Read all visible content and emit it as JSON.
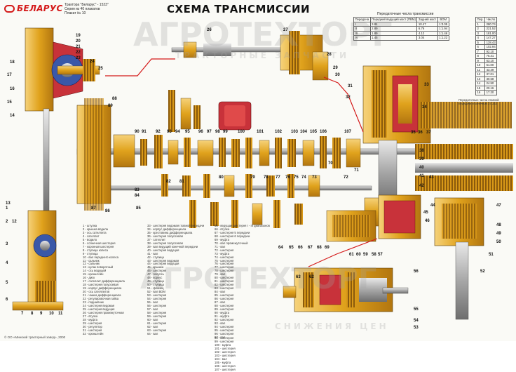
{
  "header": {
    "brand": "БЕЛАРУС",
    "subtitle_lines": [
      "Трактора \"Беларус\" - 1523\"",
      "Серия из 40 плакатов",
      "Плакат № 10"
    ],
    "title": "СХЕМА ТРАНСМИССИИ"
  },
  "watermarks": [
    "АГРОТЕХТОРГ",
    "ТРАКТОРНЫЕ ЗАПЧАСТИ",
    "АГРОТЕХТОРГ",
    "СНИЖЕНИЯ ЦЕН"
  ],
  "part_numbers": [
    "1",
    "2",
    "3",
    "4",
    "5",
    "6",
    "7",
    "8",
    "9",
    "10",
    "11",
    "12",
    "13",
    "14",
    "15",
    "16",
    "17",
    "18",
    "19",
    "20",
    "21",
    "22",
    "23",
    "24",
    "25",
    "26",
    "27",
    "28",
    "29",
    "30",
    "31",
    "32",
    "33",
    "34",
    "35",
    "36",
    "37",
    "38",
    "39",
    "40",
    "41",
    "42",
    "43",
    "44",
    "45",
    "46",
    "47",
    "48",
    "49",
    "50",
    "51",
    "52",
    "53",
    "54",
    "55",
    "56",
    "57",
    "58",
    "59",
    "60",
    "61",
    "62",
    "63",
    "64",
    "65",
    "66",
    "67",
    "68",
    "69",
    "70",
    "71",
    "72",
    "73",
    "74",
    "75",
    "76",
    "77",
    "78",
    "79",
    "80",
    "81",
    "82",
    "83",
    "84",
    "85",
    "86",
    "87",
    "88",
    "89",
    "90",
    "91",
    "92",
    "93",
    "94",
    "95",
    "96",
    "97",
    "98",
    "99",
    "100",
    "101",
    "102",
    "103",
    "104",
    "105",
    "106",
    "107"
  ],
  "legend_col1": "1 - штулка\n2 - крышка водила\n3 - ось сателлита\n4 - сателлит\n5 - водило\n6 - солнечная шестерня\n7 - коронная шестерня\n8 - ступица колеса\n9 - ступица\n10 - вал переднего колеса\n11 - сальник\n12 - сальник\n13 - кулак поворотный\n14 - ось ведущей\n15 - кронштейн\n16 - диск\n17 - сателлит дифференциала\n18 - шестерня полуосевая\n19 - корпус дифференциала\n20 - ось сателлитов\n21 - чашка дифференциала\n22 - регулировочная гайка\n23 - подшипник\n24 - шестерня ведомая\n25 - шестерня ведущая\n26 - шестерня промежуточная\n27 - втулка\n28 - муфта\n29 - шестерня\n30 - регулятор\n31 - шестерня\n32 - кронштейн",
  "legend_col2": "33 - шестерня ведомая главной передачи\n34 - корпус дифференциала\n35 - крестовина дифференциала\n36 - шестерня полуосевая\n37 - сателлит\n38 - шестерня полуосевая\n39 - вал ведущий конечной передачи\n40 - шестерня ведущая\n41 - вал\n42 - ступица\n43 - шестерня ведомая\n44 - шестерня ведущая\n45 - крышка\n46 - шестерня\n47 - полуось\n48 - корпус\n49 - ступица\n50 - ступица\n51 - фланец\n52 - вал ВОМ\n53 - шестерня\n54 - шестерня\n55 - вал\n56 - шестерня\n57 - вал\n58 - шестерня\n59 - шестерня\n60 - вал\n61 - шестерня\n62 - вал\n63 - шестерня\n64 - вал",
  "legend_col3": "65 - ведущая шестерня I - III диапазонов\n66 - втулка\n67 - шестерня 5 передачи\n68 - шестерня 6 передачи\n69 - муфта\n70 - вал промежуточный\n71 - вал\n72 - шестерня\n73 - муфта\n74 - шестерня\n75 - шестерня\n76 - шестерня\n77 - шестерня\n78 - шестерня\n79 - вал\n80 - шестерня\n81 - шестерня\n82 - шестерня\n83 - шестерня\n84 - вал\n85 - шестерня\n86 - шестерня\n87 - вал\n88 - шестерня\n89 - шестерня\n90 - муфта\n91 - муфта\n92 - шестерня\n93 - вал\n94 - шестерня\n95 - шестерня\n96 - шестерня\n97 - вал",
  "legend_col4": "98 - шестерня\n99 - шестерня\n100 - муфта\n101 - шестерня\n102 - шестерня\n103 - шестерня\n104 - вал\n105 - муфта\n106 - шестерня\n107 - шестерня",
  "ratio_table": {
    "title": "Передаточные числа трансмиссии",
    "headers": [
      "Передача",
      "Передний ведущий мост (ПВМ)",
      "Задний мост",
      "ВОМ"
    ],
    "rows": [
      [
        "I",
        "3.84",
        "10.47",
        "1:3.05"
      ],
      [
        "II",
        "2.89",
        "6.76",
        "1:1.94"
      ],
      [
        "III",
        "1.89",
        "4.12",
        "1:1.46"
      ],
      [
        "IV",
        "1.45",
        "3.04",
        "1:1.22"
      ]
    ]
  },
  "side_table": {
    "headers": [
      "Пер.",
      "Число"
    ],
    "rows": [
      [
        "1",
        "280.74"
      ],
      [
        "2",
        "221.52"
      ],
      [
        "3",
        "181.00"
      ],
      [
        "4",
        "147.27"
      ],
      [
        "5",
        "128.43"
      ],
      [
        "6",
        "102.94"
      ],
      [
        "7",
        "92.10"
      ],
      [
        "8",
        "75.41"
      ],
      [
        "9",
        "63.10"
      ],
      [
        "10",
        "51.00"
      ],
      [
        "11",
        "43.49"
      ],
      [
        "12",
        "37.01"
      ],
      [
        "13",
        "30.58"
      ],
      [
        "14",
        "24.50"
      ],
      [
        "15",
        "20.16"
      ],
      [
        "16",
        "17.20"
      ]
    ]
  },
  "note": "Передаточные числа главной\nпередачи и конечной 37.333",
  "footer": "© ОО «Минский тракторный завод», 2000",
  "colors": {
    "accent": "#d41a1a",
    "metal": "#e8a51a",
    "dark": "#5a4a2e",
    "blue": "#3a58a8",
    "gray": "#9a9a9a"
  }
}
